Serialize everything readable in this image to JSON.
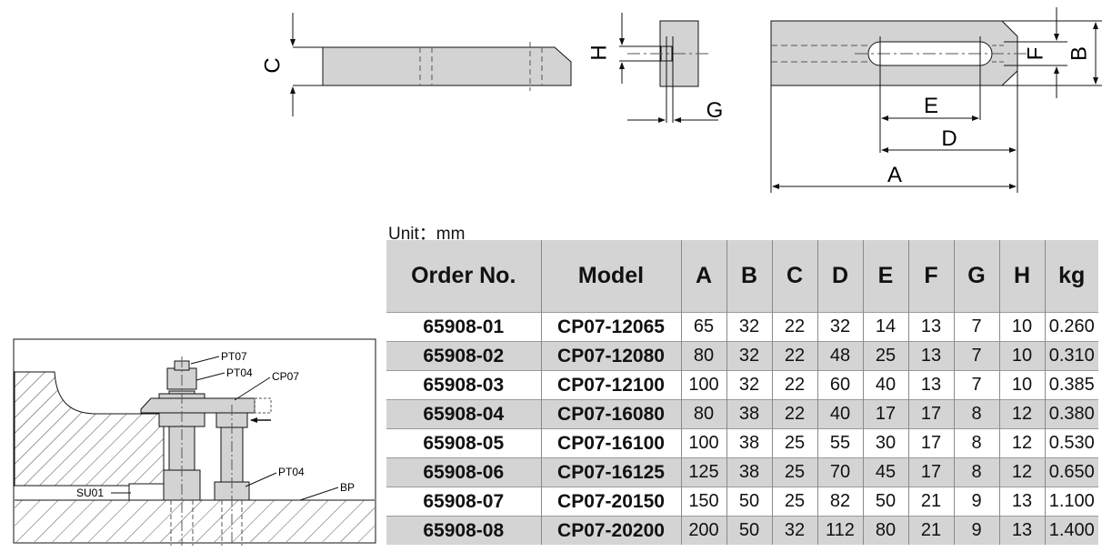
{
  "drawing": {
    "dimension_labels": {
      "a": "A",
      "b": "B",
      "c": "C",
      "d": "D",
      "e": "E",
      "f": "F",
      "g": "G",
      "h": "H"
    },
    "assembly_callouts": {
      "pt07": "PT07",
      "pt04_top": "PT04",
      "cp07": "CP07",
      "pt04_bottom": "PT04",
      "su01": "SU01",
      "bp": "BP"
    }
  },
  "unit_label": "Unit：mm",
  "table": {
    "headers": [
      "Order No.",
      "Model",
      "A",
      "B",
      "C",
      "D",
      "E",
      "F",
      "G",
      "H",
      "kg"
    ],
    "rows": [
      [
        "65908-01",
        "CP07-12065",
        "65",
        "32",
        "22",
        "32",
        "14",
        "13",
        "7",
        "10",
        "0.260"
      ],
      [
        "65908-02",
        "CP07-12080",
        "80",
        "32",
        "22",
        "48",
        "25",
        "13",
        "7",
        "10",
        "0.310"
      ],
      [
        "65908-03",
        "CP07-12100",
        "100",
        "32",
        "22",
        "60",
        "40",
        "13",
        "7",
        "10",
        "0.385"
      ],
      [
        "65908-04",
        "CP07-16080",
        "80",
        "38",
        "22",
        "40",
        "17",
        "17",
        "8",
        "12",
        "0.380"
      ],
      [
        "65908-05",
        "CP07-16100",
        "100",
        "38",
        "25",
        "55",
        "30",
        "17",
        "8",
        "12",
        "0.530"
      ],
      [
        "65908-06",
        "CP07-16125",
        "125",
        "38",
        "25",
        "70",
        "45",
        "17",
        "8",
        "12",
        "0.650"
      ],
      [
        "65908-07",
        "CP07-20150",
        "150",
        "50",
        "25",
        "82",
        "50",
        "21",
        "9",
        "13",
        "1.100"
      ],
      [
        "65908-08",
        "CP07-20200",
        "200",
        "50",
        "32",
        "112",
        "80",
        "21",
        "9",
        "13",
        "1.400"
      ]
    ]
  }
}
